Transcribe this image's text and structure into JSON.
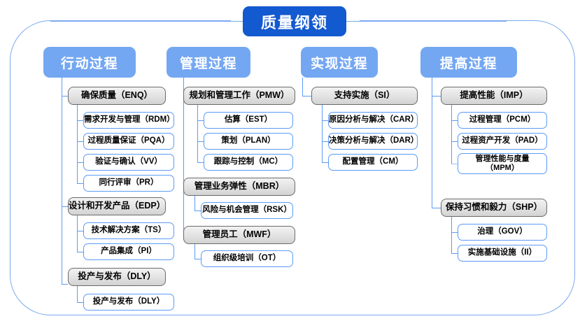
{
  "diagram": {
    "type": "org-tree",
    "root": {
      "label": "质量纲领"
    },
    "colors": {
      "root_fill": "#1359cf",
      "column_header_fill": "#74a7f2",
      "group_border": "#6b6b6b",
      "group_fill": "#e2e2e2",
      "leaf_border": "#5b9bf5",
      "leaf_fill": "#ffffff",
      "connector": "#5b9bf5",
      "frame_border": "#7aa9f0"
    },
    "columns": [
      {
        "header": "行动过程",
        "groups": [
          {
            "label": "确保质量（ENQ）",
            "children": [
              "需求开发与管理（RDM）",
              "过程质量保证（PQA）",
              "验证与确认（VV）",
              "同行评审（PR）"
            ]
          },
          {
            "label": "设计和开发产品（EDP）",
            "children": [
              "技术解决方案（TS）",
              "产品集成（PI）"
            ]
          },
          {
            "label": "投产与发布（DLY）",
            "children": [
              "投产与发布（DLY）"
            ]
          }
        ]
      },
      {
        "header": "管理过程",
        "groups": [
          {
            "label": "规划和管理工作（PMW）",
            "children": [
              "估算（EST）",
              "策划（PLAN）",
              "跟踪与控制（MC）"
            ]
          },
          {
            "label": "管理业务弹性（MBR）",
            "children": [
              "风险与机会管理（RSK）"
            ]
          },
          {
            "label": "管理员工（MWF）",
            "children": [
              "组织级培训（OT）"
            ]
          }
        ]
      },
      {
        "header": "实现过程",
        "groups": [
          {
            "label": "支持实施（SI）",
            "children": [
              "原因分析与解决（CAR）",
              "决策分析与解决（DAR）",
              "配置管理（CM）"
            ]
          }
        ]
      },
      {
        "header": "提高过程",
        "groups": [
          {
            "label": "提高性能（IMP）",
            "children": [
              "过程管理（PCM）",
              "过程资产开发（PAD）",
              "管理性能与度量\n（MPM）"
            ]
          },
          {
            "label": "保持习惯和毅力（SHP）",
            "children": [
              "治理（GOV）",
              "实施基础设施（II）"
            ]
          }
        ]
      }
    ]
  }
}
